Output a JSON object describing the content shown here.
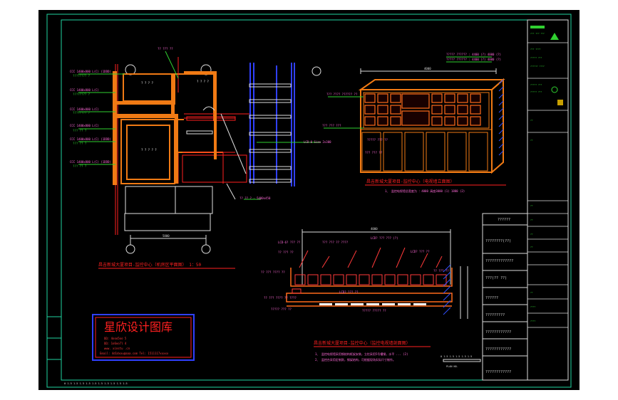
{
  "watermark": {
    "title": "星欣设计图库",
    "lines": [
      "QQ: 4ooo5oo  5",
      "QQ: 1o6oo7l  4",
      "www.  xinstu  .cn",
      "Email: 4d1dxxu@aaa.com  Tel: 1511117xxxxx"
    ]
  },
  "titles": {
    "plan": "昌吉新城大厦项目-监控中心（机房区平面图）   1：50",
    "elevation": "昌吉新城大厦项目-监控中心（电视墙立面图）",
    "section": "昌吉新城大厦项目-监控中心（监控电视墙剖面图）"
  },
  "notes": {
    "elevation": "1、   监控电视墙总宽度为 ：4000 高度3000  (1) 1880 (2)",
    "section_1": "1、  监控电视墙采用钢结构框架安装，立柱采用5号槽钢，水平 ... (2)",
    "section_2": "2、  监控台采用定制款，钢架结构，可根据现场实际尺寸制作。"
  },
  "title_block": {
    "rows": [
      "??????",
      "????????(??)",
      "?????????????",
      "???(??      ??)",
      "??????",
      "?????????",
      "????????????",
      "????????????",
      "????????????"
    ]
  },
  "plan_labels": {
    "room_a": "? ? ? ?",
    "room_b": "? ? ? ?",
    "room_c": "? ? ? ? ?",
    "dim_bottom": "5800"
  },
  "scale_bar": "0  1.5  1.5  1.5  1.5  1.5  1.5  1.5  1.5  1.5  1.5"
}
